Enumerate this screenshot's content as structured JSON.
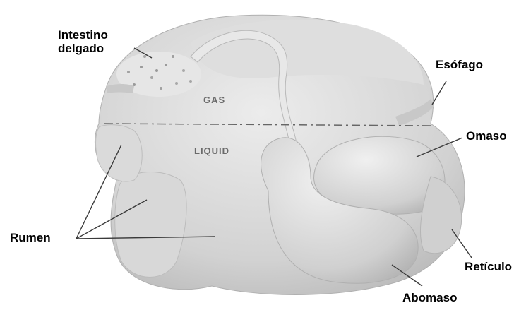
{
  "labels": {
    "intestino_line1": "Intestino",
    "intestino_line2": "delgado",
    "esofago": "Esófago",
    "omaso": "Omaso",
    "rumen": "Rumen",
    "reticulo": "Retículo",
    "abomaso": "Abomaso"
  },
  "inner_labels": {
    "gas": "GAS",
    "liquid": "LIQUID"
  },
  "colors": {
    "organ_fill": "#d6d6d6",
    "organ_shadow": "#bdbdbd",
    "leader_line": "#3a3a3a",
    "divider": "#666666"
  }
}
